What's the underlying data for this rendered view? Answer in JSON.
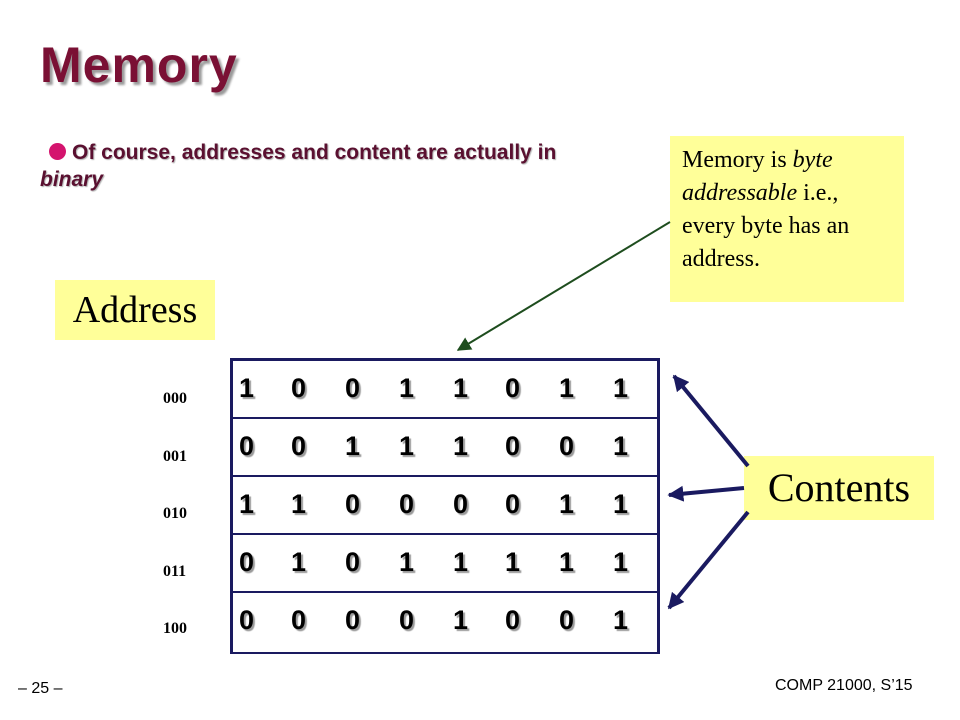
{
  "slide": {
    "title": "Memory",
    "bullet": {
      "text_plain": "Of course, addresses and content are actually in ",
      "text_italic": "binary"
    },
    "note": {
      "part1": "Memory is ",
      "part2_italic": "byte addressable",
      "part3": " i.e., every byte has an address."
    },
    "address_label": "Address",
    "contents_label": "Contents",
    "memory": {
      "addresses": [
        "000",
        "001",
        "010",
        "011",
        "100"
      ],
      "rows": [
        [
          "1",
          "0",
          "0",
          "1",
          "1",
          "0",
          "1",
          "1"
        ],
        [
          "0",
          "0",
          "1",
          "1",
          "1",
          "0",
          "0",
          "1"
        ],
        [
          "1",
          "1",
          "0",
          "0",
          "0",
          "0",
          "1",
          "1"
        ],
        [
          "0",
          "1",
          "0",
          "1",
          "1",
          "1",
          "1",
          "1"
        ],
        [
          "0",
          "0",
          "0",
          "0",
          "1",
          "0",
          "0",
          "1"
        ]
      ]
    },
    "footer": {
      "page": "– 25 –",
      "course": "COMP 21000, S’15"
    },
    "colors": {
      "title": "#7a1034",
      "bullet_dot": "#d4146e",
      "note_bg": "#ffff99",
      "grid_border": "#1a1a60",
      "note_arrow": "#1e4d1e",
      "contents_arrows": "#1a1a60"
    }
  }
}
